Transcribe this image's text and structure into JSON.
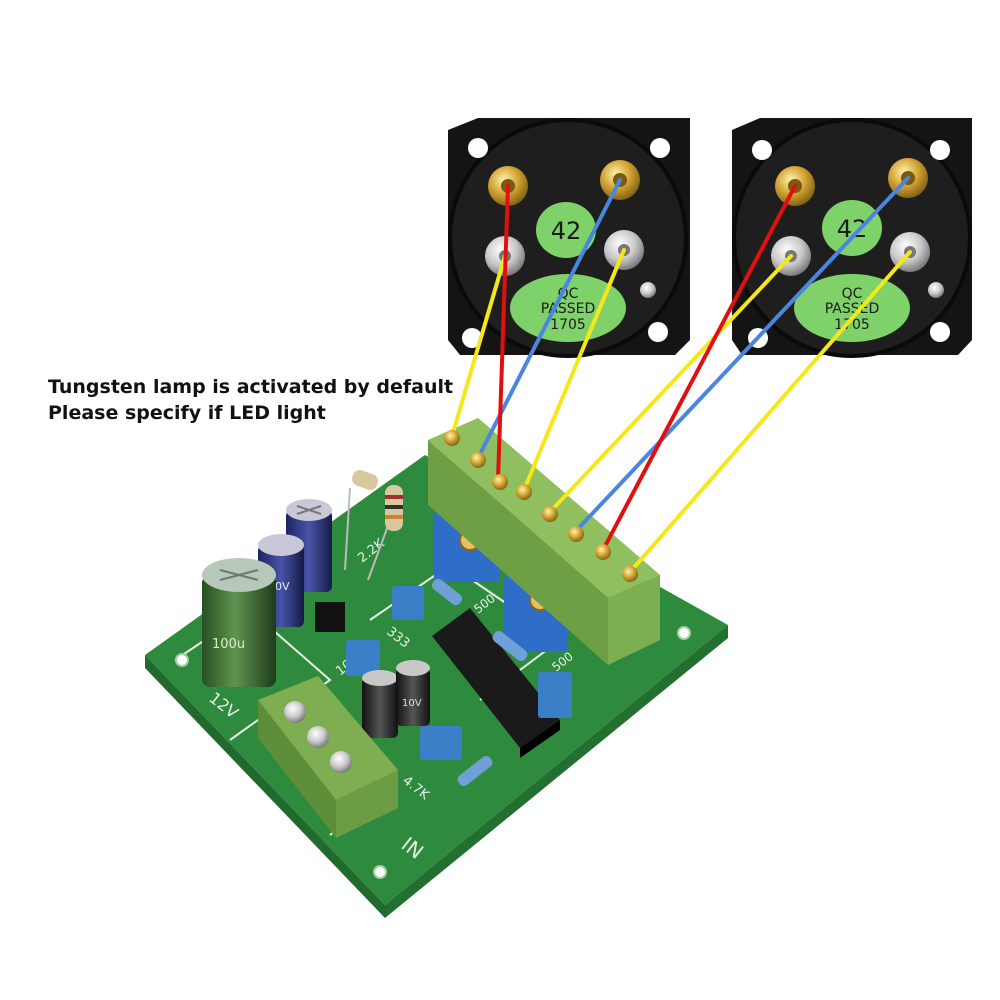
{
  "caption": {
    "line1": "Tungsten lamp is activated by default",
    "line2": "Please specify if LED light"
  },
  "meters": [
    {
      "number_label": "42",
      "qc_line1": "QC",
      "qc_line2": "PASSED",
      "qc_line3": "1705"
    },
    {
      "number_label": "42",
      "qc_line1": "QC",
      "qc_line2": "PASSED",
      "qc_line3": "1705"
    }
  ],
  "board": {
    "input_label": "IN",
    "power_label": "12V",
    "cap_labels": [
      "50V",
      "100u",
      "10V"
    ],
    "trim_labels": [
      "500",
      "500"
    ],
    "silk_labels": [
      "2.2K",
      "333",
      "4.7K",
      "104"
    ]
  },
  "colors": {
    "wire_red": "#e01010",
    "wire_blue": "#4a86e0",
    "wire_yellow": "#f5e81a",
    "pcb_green": "#2e8b3e",
    "terminal_green": "#8fbf5f",
    "sticker_green": "#7fd16a"
  }
}
